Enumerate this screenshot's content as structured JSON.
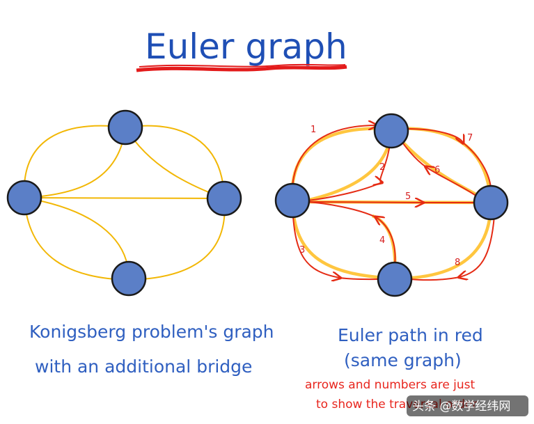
{
  "title": "Euler graph",
  "captions": {
    "left_line1": "Konigsberg problem's graph",
    "left_line2": "with an additional bridge",
    "right_line1": "Euler path in red",
    "right_line2": "(same graph)"
  },
  "note": {
    "line1": "arrows and numbers are just",
    "line2": "to show the traversal order"
  },
  "edge_labels": [
    "1",
    "2",
    "3",
    "4",
    "5",
    "6",
    "7",
    "8"
  ],
  "watermark": "头条 @数学经纬网",
  "colors": {
    "title": "#1f4fb5",
    "node_fill": "#5b7fc7",
    "node_stroke": "#1a1a1a",
    "edge_left": "#f2b705",
    "edge_right_outer": "#ffb300",
    "edge_right": "#e52b14",
    "note": "#e8261e"
  }
}
